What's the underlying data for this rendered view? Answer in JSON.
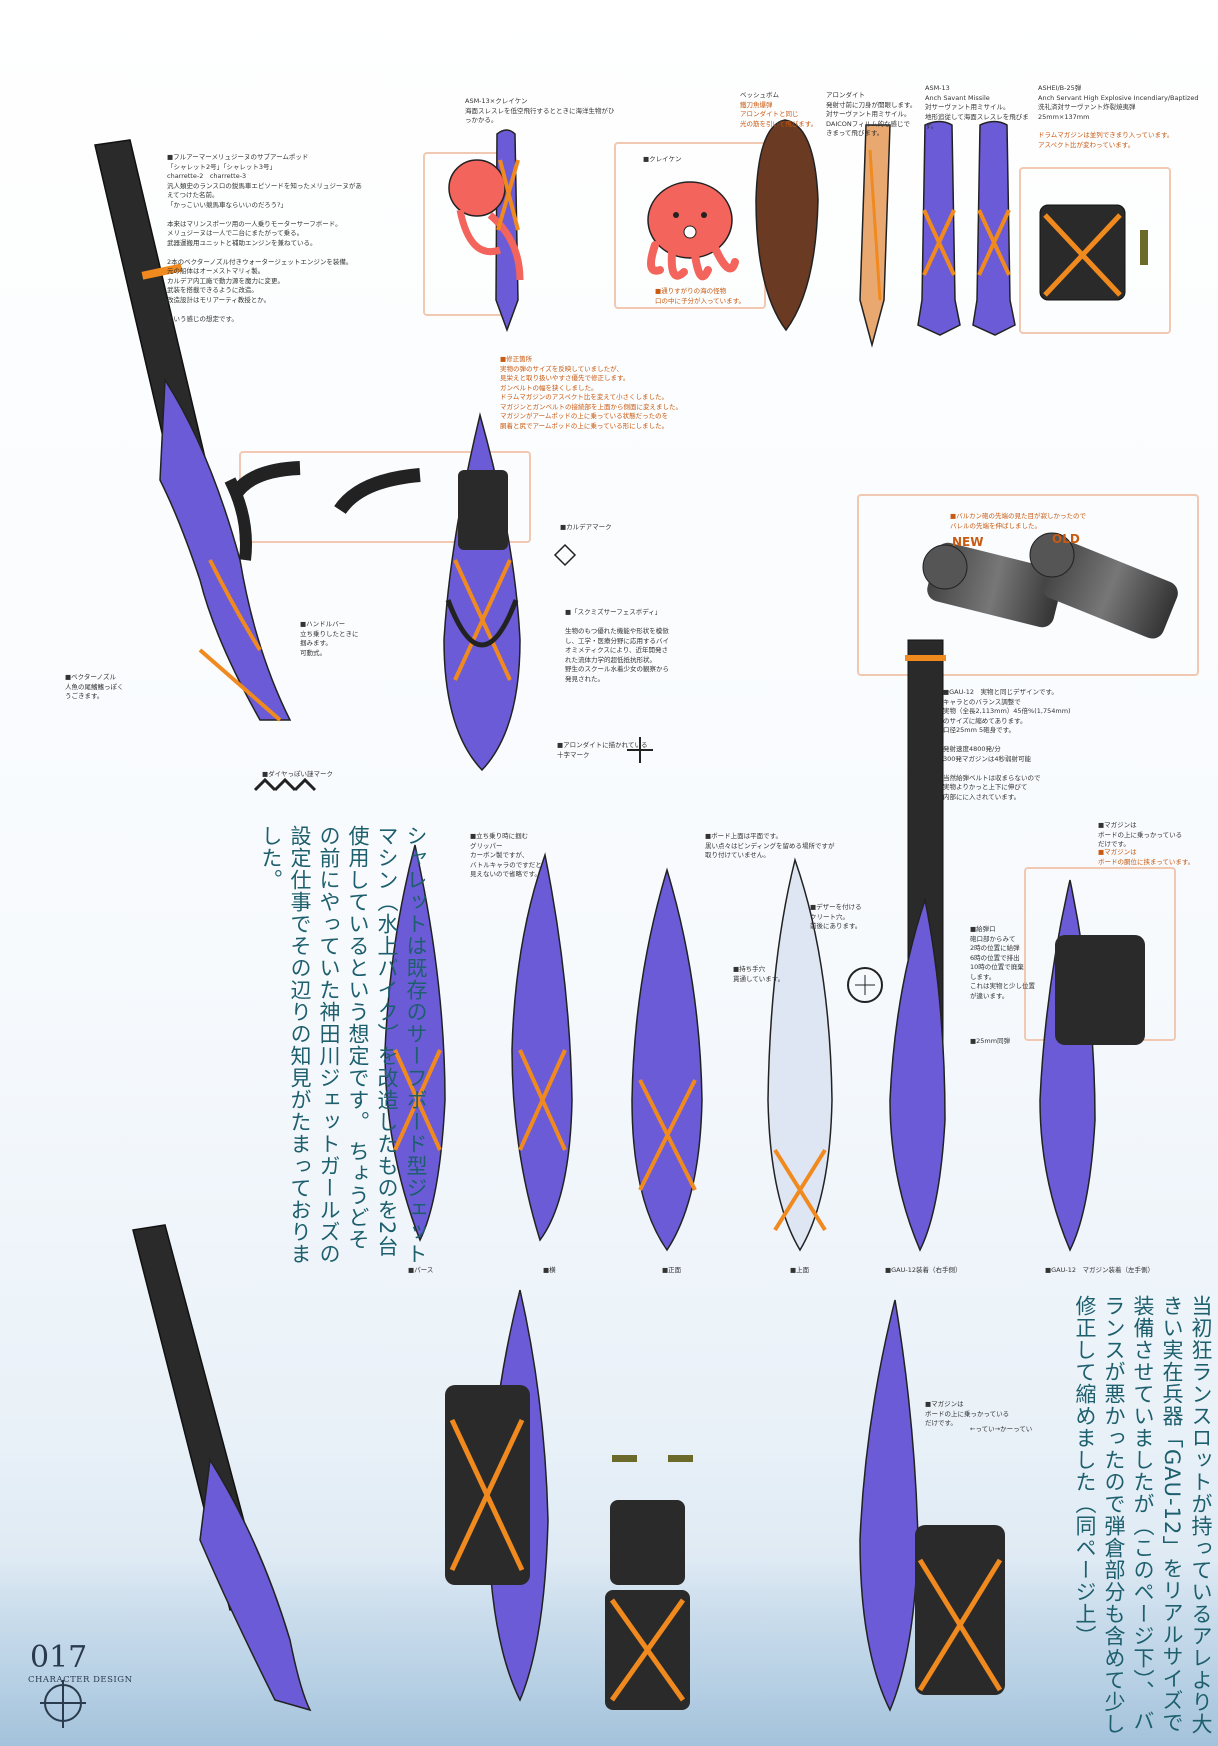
{
  "page": {
    "number": "017",
    "subtitle": "CHARACTER DESIGN"
  },
  "colors": {
    "purple": "#6b5bd6",
    "dark": "#2a2a2a",
    "orange": "#f08a1e",
    "note_orange": "#c85a12",
    "vtext": "#1d5f6d",
    "callout": "#f1c9b3"
  },
  "intro_note": "■フルアーマーメリュジーヌのサブアームポッド\n「シャレット2号」「シャレット3号」\ncharrette-2　charrette-3\n汎人類史のランスロの鋭馬車エピソードを知ったメリュジーヌがあ\nえてつけた名前。\n「かっこいい競馬車ならいいのだろう?」\n\n本来はマリンスポーツ用の一人乗りモーターサーフボード。\nメリュジーヌは一人で二台にまたがって乗る。\n武器運搬用ユニットと補助エンジンを兼ねている。\n\n2本のベクターノズル付きウォータージェットエンジンを装備。\n元の船体はオーメストマリィ製。\nカルデア内工廠で動力源を魔力に変更。\n武装を搭載できるように改造。\n改造設計はモリアーティ教授とか。\n\nという感じの想定です。",
  "weapons": {
    "asm13k": {
      "label": "ASM-13×クレイケン",
      "desc": "海面スレスレを低空飛行するとときに海洋生物がひっかかる。"
    },
    "bessyu": {
      "label": "ベッシュボム",
      "desc": "鐵刀魚爆弾\nアロンダイトと同じ\n光の筋を引いて飛びます。"
    },
    "arondight": {
      "label": "アロンダイト",
      "desc": "発射寸前に刀身が開眼します。\n対サーヴァント用ミサイル。\nDAICONフィルム的な感じで\nきまって飛びます。"
    },
    "asm13": {
      "label": "ASM-13",
      "desc": "Anch Savant Missile\n対サーヴァント用ミサイル。\n地形追従して海面スレスレを飛びます。"
    },
    "ashei": {
      "label": "ASHEI/B-25弾",
      "desc": "Anch Servant High Explosive Incendiary/Baptized\n洗礼済対サーヴァント炸裂焼夷弾\n25mm×137mm"
    },
    "drum_note": "ドラムマガジンは並列できまり入っています。\nアスペクト比が変わっています。",
    "kraken": "■クレイケン",
    "fish_caption": "■通りすがりの海の怪物\n口の中に子分が入っています。"
  },
  "correction_note": "■修正箇所\n実物の弾のサイズを反映していましたが、\n見栄えと取り扱いやすさ優先で修正します。\nガンベルトの幅を狭くしました。\nドラムマガジンのアスペクト比を変えて小さくしました。\nマガジンとガンベルトの接続部を上面から側面に変えました。\nマガジンがアームポッドの上に乗っている状態だったのを\n胴着と尻でアームポッドの上に乗っている形にしました。",
  "callouts": {
    "handlebar": "■ハンドルバー\n立ち乗りしたときに\n掴みます。\n可動式。",
    "vector": "■ベクターノズル\n人魚の尾鰭鰭っぽく\nうごきます。",
    "chaldea": "■カルデアマーク",
    "diamond": "■ダイヤっぽい謎マーク",
    "arondight_mark": "■アロンダイトに描かれている\n十字マーク",
    "skin": "■「スクミズサーフェスボディ」\n\n生物のもつ優れた機能や形状を模倣\nし、工学・医療分野に応用するバイ\nオミメティクスにより、近年開発さ\nれた流体力学的超低抵抗形状。\n野生のスクール水着少女の観察から\n発見された。",
    "vulcan": "■バルカン砲の先端の見た目が寂しかったので\nバレルの先端を伸ばしました。",
    "gau12": "■GAU-12　実物と同じデザインです。\nキャラとのバランス調整で\n実物（全長2,113mm）45倍%(1,754mm)\nのサイズに縮めてあります。\n口径25mm 5砲身です。\n\n発射速度4800発/分\n300発マガジンは4秒弱射可能\n\n当然給弾ベルトは収まらないので\n実物よりかっと上下に伸びて\n内部にに入されています。",
    "magazine_top": "■マガジンは\nボードの上に乗っかっている\nだけです。",
    "magazine_top2": "■マガジンは\nボードの胴位に挟まっています。",
    "grip": "■立ち乗り時に掴む\nグリッパー\nカーボン製ですが、\nバトルキャラのですだと\n見えないので省略です。",
    "deck": "■ボード上面は平面です。\n黒い点々はビンディングを留める場所ですが\n取り付けていません。",
    "clip": "■デザーを付ける\nクリート穴。\n前後にあります。",
    "handhold": "■持ち手穴\n貫通しています。",
    "feed": "■給弾口\n砲口部からみて\n2時の位置に給弾\n6時の位置で排出\n10時の位置で廃棄\nします。\nこれは実物と少し位置\nが違います。",
    "round": "■25mm同弾",
    "magazine_bottom": "■マガジンは\nボードの上に乗っかっている\nだけです。",
    "tiny": "←ってい→かーってい"
  },
  "views": [
    "■パース",
    "■横",
    "■正面",
    "■上面",
    "■GAU-12装着（右手側）",
    "■GAU-12　マガジン装着（左手側）"
  ],
  "labels": {
    "new": "NEW",
    "old": "OLD"
  },
  "vertical_text_1": "シャレットは既存のサーフボード型ジェットマシン（水上バイク）を改造したものを2台使用しているという想定です。\nちょうどその前にやっていた神田川ジェットガールズの設定仕事でその辺りの知見がたまっておりました。",
  "vertical_text_2": "当初狂ランスロットが持っているアレより大きい実在兵器「GAU-12」をリアルサイズで装備させていましたが（このページ下）、\nバランスが悪かったので弾倉部分も含めて少し修正して縮めました（同ページ上）"
}
